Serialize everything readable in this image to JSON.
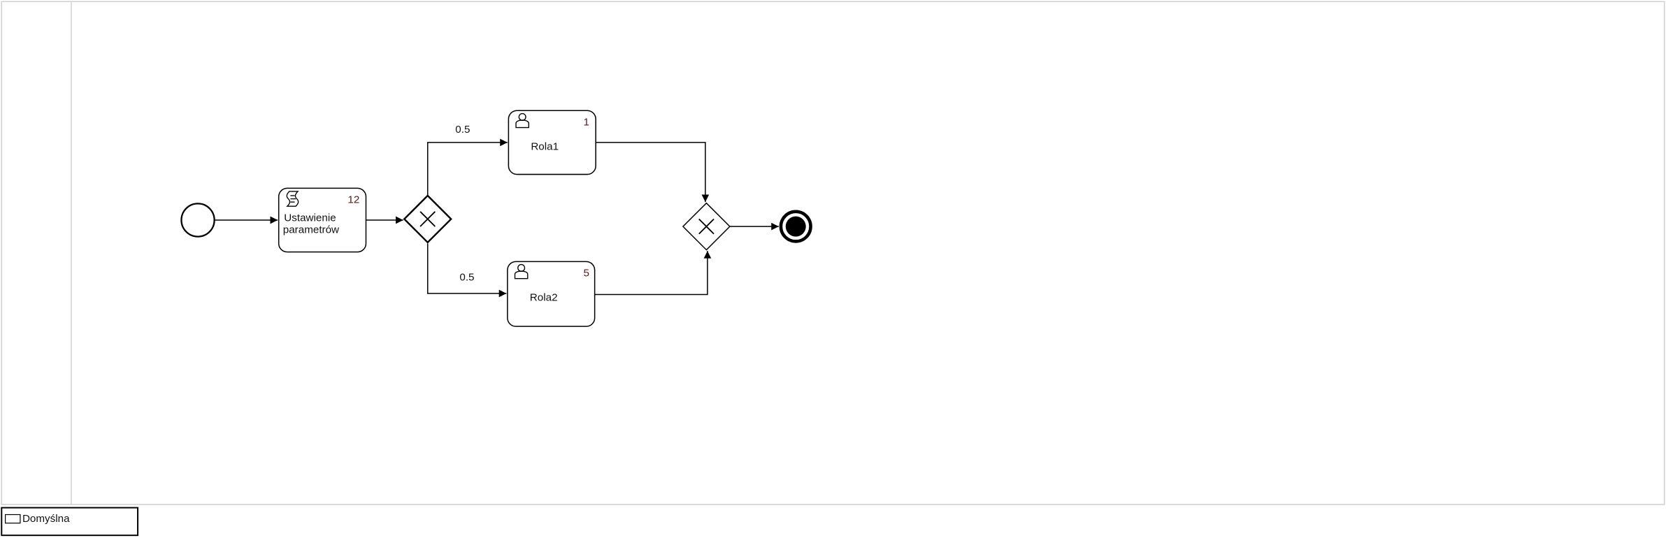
{
  "pool": {
    "lane_name": ""
  },
  "tasks": [
    {
      "id": "task-ustawienie",
      "icon": "script-icon",
      "count": "12",
      "label_lines": [
        "Ustawienie",
        "parametrów"
      ]
    },
    {
      "id": "task-rola1",
      "icon": "user-icon",
      "count": "1",
      "label": "Rola1"
    },
    {
      "id": "task-rola2",
      "icon": "user-icon",
      "count": "5",
      "label": "Rola2"
    }
  ],
  "flows": {
    "to_rola1_probability": "0.5",
    "to_rola2_probability": "0.5"
  },
  "legend": {
    "label": "Domyślna"
  },
  "colors": {
    "stroke": "#000000",
    "frame": "#d0d0d0",
    "count_text": "#5a1a1a"
  }
}
